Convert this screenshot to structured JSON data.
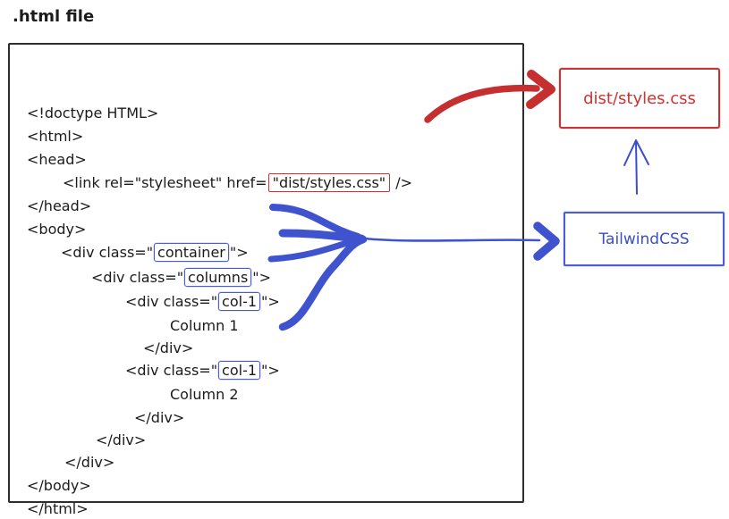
{
  "label": ".html file",
  "code": {
    "lines": [
      {
        "text": "<!doctype HTML>"
      },
      {
        "text": "<html>"
      },
      {
        "text": "<head>"
      },
      {
        "pre": "<link rel=\"stylesheet\" href=",
        "boxed": "\"dist/styles.css\"",
        "post": " />",
        "box": "red"
      },
      {
        "text": "</head>"
      },
      {
        "text": "<body>"
      },
      {
        "pre": "<div class=\"",
        "boxed": "container",
        "post": "\">",
        "box": "blue"
      },
      {
        "pre": "<div class=\"",
        "boxed": "columns",
        "post": "\">",
        "box": "blue"
      },
      {
        "pre": "<div class=\"",
        "boxed": "col-1",
        "post": "\">",
        "box": "blue"
      },
      {
        "text": "Column 1"
      },
      {
        "text": "</div>"
      },
      {
        "pre": "<div class=\"",
        "boxed": "col-1",
        "post": "\">",
        "box": "blue"
      },
      {
        "text": "Column 2"
      },
      {
        "text": "</div>"
      },
      {
        "text": "</div>"
      },
      {
        "text": "</div>"
      },
      {
        "text": "</body>"
      },
      {
        "text": "</html>"
      }
    ]
  },
  "boxes": {
    "css_file": "dist/styles.css",
    "tailwind": "TailwindCSS"
  },
  "colors": {
    "red": "#c93434",
    "blue": "#4053cf",
    "ink": "#1b1b1b"
  }
}
